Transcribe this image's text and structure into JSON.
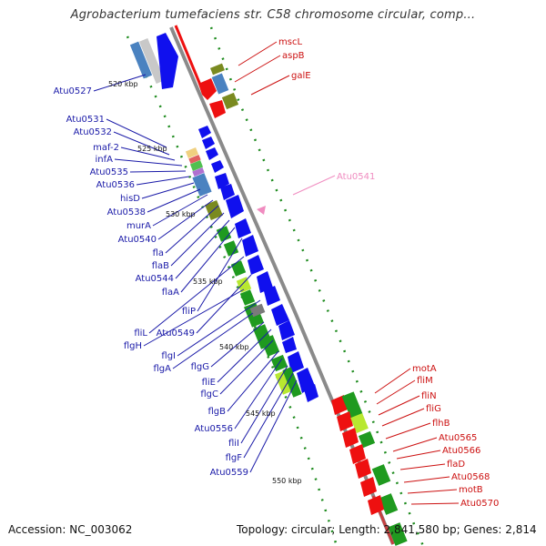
{
  "title": "Agrobacterium tumefaciens str. C58 chromosome circular, comp...",
  "footer": {
    "accession": "Accession: NC_003062",
    "topology": "Topology: circular; Length: 2,841,580 bp; Genes: 2,814"
  },
  "colors": {
    "forward_gene": "#1010ee",
    "reverse_gene": "#ee1010",
    "forward_label": "#1a1aa8",
    "reverse_label": "#cc1010",
    "highlight_label": "#f08cc0",
    "cog_green": "#1f9a1f",
    "cog_olive": "#7a8a20",
    "cog_steelblue": "#4a82c0",
    "cog_lime": "#b8e830",
    "cog_gray": "#7a7a7a",
    "backbone": "#8a8a8a",
    "tick_dots": "#1c8a1c"
  },
  "ticks": [
    "520 kbp",
    "525 kbp",
    "530 kbp",
    "535 kbp",
    "540 kbp",
    "545 kbp",
    "550 kbp"
  ],
  "forward_genes": [
    "Atu0527",
    "Atu0531",
    "Atu0532",
    "maf-2",
    "infA",
    "Atu0535",
    "Atu0536",
    "hisD",
    "Atu0538",
    "murA",
    "Atu0540",
    "fla",
    "flaB",
    "Atu0544",
    "flaA",
    "fliP",
    "fliL",
    "Atu0549",
    "flgH",
    "flgI",
    "flgA",
    "flgG",
    "fliE",
    "flgC",
    "flgB",
    "Atu0556",
    "fliI",
    "flgF",
    "Atu0559"
  ],
  "reverse_genes_top": [
    "mscL",
    "aspB",
    "galE"
  ],
  "highlight_gene": "Atu0541",
  "reverse_genes_bottom": [
    "motA",
    "fliM",
    "fliN",
    "fliG",
    "flhB",
    "Atu0565",
    "Atu0566",
    "flaD",
    "Atu0568",
    "motB",
    "Atu0570"
  ]
}
